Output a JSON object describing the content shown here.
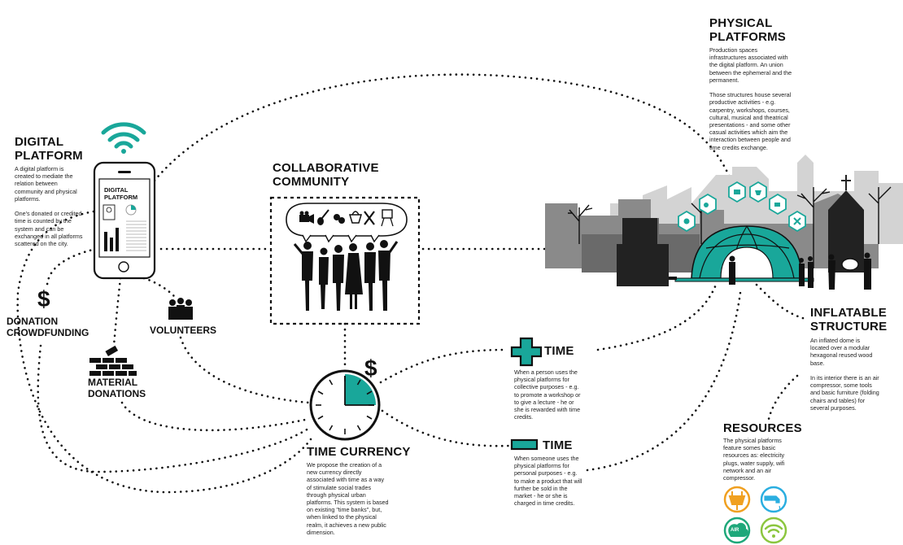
{
  "digital_platform": {
    "title": "DIGITAL\nPLATFORM",
    "description": "A digital platform is\ncreated to mediate the\nrelation between\ncommunity and physical\nplatforms.\n\nOne's donated or credited\ntime is counted by the\nsystem and can be\nexchanged in all platforms\nscattered on the city.",
    "phone_screen_title": "DIGITAL\nPLATFORM"
  },
  "collaborative_community": {
    "title": "COLLABORATIVE\nCOMMUNITY"
  },
  "physical_platforms": {
    "title": "PHYSICAL\nPLATFORMS",
    "description": "Production spaces\ninfrastructures associated with\nthe digital platform. An union\nbetween the ephemeral and the\npermanent.\n\nThose structures house several\nproductive activities - e.g.\ncarpentry, workshops, courses,\ncultural, musical and theatrical\npresentations - and some other\ncasual activities which aim the\ninteraction between people and\ntime credits exchange."
  },
  "inflatable_structure": {
    "title": "INFLATABLE\nSTRUCTURE",
    "description": "An inflated dome is\nlocated over a modular\nhexagonal reused wood\nbase.\n\nIn its interior there is an air\ncompressor, some tools\nand basic furniture (folding\nchairs and tables) for\nseveral purposes."
  },
  "resources": {
    "title": "RESOURCES",
    "description": "The physical platforms\nfeature somes basic\nresources as: electricity\nplugs, water supply, wifi\nnetwork and an air\ncompressor.",
    "icons": [
      {
        "name": "electricity-plug-icon",
        "color": "#f0a020"
      },
      {
        "name": "water-supply-icon",
        "color": "#2aaee0"
      },
      {
        "name": "air-compressor-icon",
        "color": "#1fa87a",
        "label": "AIR"
      },
      {
        "name": "wifi-icon",
        "color": "#8cc63f"
      }
    ]
  },
  "time_currency": {
    "title": "TIME CURRENCY",
    "description": "We propose the creation of a\nnew currency directly\nassociated with time as a way\nof stimulate social trades\nthrough physical urban\nplatforms. This system is based\non existing \"time banks\", but,\nwhen linked to the physical\nrealm, it achieves a new public\ndimension.",
    "dollar": "$"
  },
  "time_plus": {
    "title": "TIME",
    "description": "When a person uses the\nphysical platforms for\ncollective purposes - e.g.\nto promote a workshop or\nto give a lecture - he or\nshe is rewarded with time\ncredits."
  },
  "time_minus": {
    "title": "TIME",
    "description": "When someone uses the\nphysical platforms for\npersonal purposes - e.g.\nto make a product that will\nfurther be sold in the\nmarket - he or she is\ncharged in time credits."
  },
  "donation": {
    "title": "DONATION\nCROWDFUNDING",
    "symbol": "$"
  },
  "volunteers": {
    "title": "VOLUNTEERS"
  },
  "material_donations": {
    "title": "MATERIAL\nDONATIONS"
  },
  "colors": {
    "teal": "#19a79a",
    "black": "#111111",
    "grey": "#7a7a7a",
    "light_grey": "#cfcfcf"
  }
}
